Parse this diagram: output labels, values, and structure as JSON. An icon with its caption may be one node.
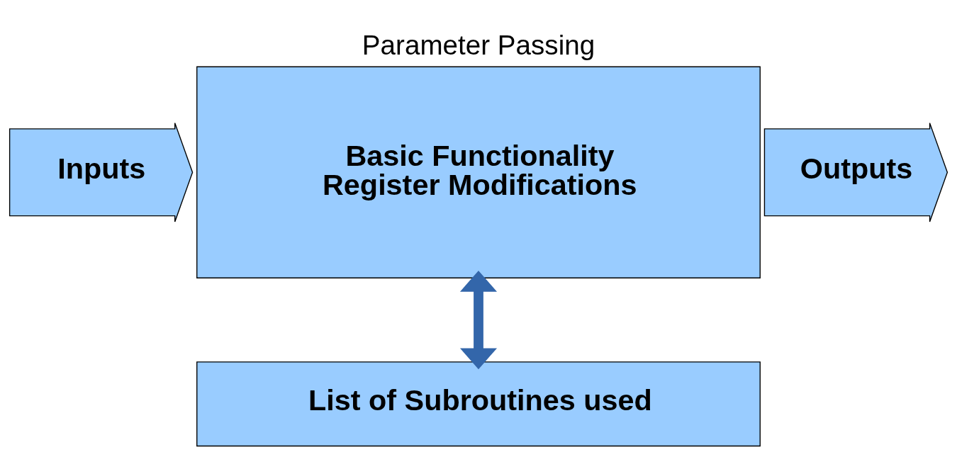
{
  "diagram": {
    "title": "Parameter Passing",
    "nodes": [
      {
        "text": [
          "Inputs"
        ]
      },
      {
        "text": [
          "Basic Functionality",
          "Register Modifications"
        ]
      },
      {
        "text": [
          "Outputs"
        ]
      },
      {
        "text": [
          "List of Subroutines used"
        ]
      }
    ],
    "edges": [
      {
        "from": 1,
        "to": 3,
        "arrow": "both"
      }
    ]
  }
}
